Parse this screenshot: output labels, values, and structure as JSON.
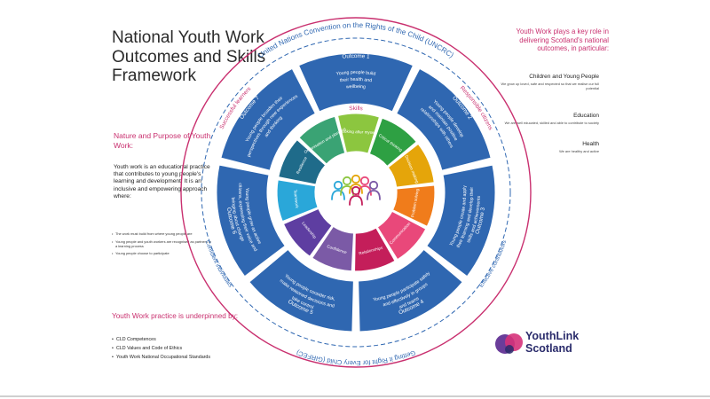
{
  "title": "National Youth Work Outcomes and Skills Framework",
  "nature": {
    "heading": "Nature and Purpose of Youth Work:",
    "body": "Youth work is an educational practice that contributes to young people's learning and development. It is an inclusive and empowering approach where:",
    "conditions": [
      "The work must build from where young people are",
      "Young people and youth workers are recognised as partners in a learning process",
      "Young people choose to participate"
    ]
  },
  "practice": {
    "heading": "Youth Work practice is underpinned by:",
    "items": [
      "CLD Competences",
      "CLD Values and Code of Ethics",
      "Youth Work National Occupational Standards"
    ]
  },
  "national_outcomes": {
    "heading": "Youth Work plays a key role in delivering Scotland's national outcomes, in particular:",
    "items": [
      {
        "title": "Children and Young People",
        "text": "We grow up loved, safe and respected so that we realise our full potential"
      },
      {
        "title": "Education",
        "text": "We are well educated, skilled and able to contribute to society"
      },
      {
        "title": "Health",
        "text": "We are healthy and active"
      }
    ]
  },
  "outer_ring": {
    "top": "United Nations Convention on the Rights of the Child (UNCRC)",
    "bottom": "Getting it Right for Every Child (GIRFEC)",
    "capacities": [
      "Successful learners",
      "Responsible citizens",
      "Effective contributors",
      "Confident individuals"
    ]
  },
  "skills_label": "Skills",
  "skills": [
    {
      "label": "Looking after myself",
      "color": "#8cc63f"
    },
    {
      "label": "Critical thinking",
      "color": "#2ea043"
    },
    {
      "label": "Decision making",
      "color": "#e5a50a"
    },
    {
      "label": "Problem solving",
      "color": "#f07c1b"
    },
    {
      "label": "Communication",
      "color": "#e9487a"
    },
    {
      "label": "Relationships",
      "color": "#c41e5a"
    },
    {
      "label": "Confidence",
      "color": "#7b5aa6"
    },
    {
      "label": "Leadership",
      "color": "#5e3ea1"
    },
    {
      "label": "Teamwork",
      "color": "#2aa7d9"
    },
    {
      "label": "Resilience",
      "color": "#1f6b8a"
    },
    {
      "label": "Organisation and planning",
      "color": "#3aa374"
    }
  ],
  "outcomes": [
    {
      "number": "Outcome 1",
      "text": "Young people build their health and wellbeing"
    },
    {
      "number": "Outcome 2",
      "text": "Young people develop and maintain positive relationships with others"
    },
    {
      "number": "Outcome 3",
      "text": "Young people create and apply their learning and develop their skills and achievements"
    },
    {
      "number": "Outcome 4",
      "text": "Young people participate safely and effectively in groups and teams"
    },
    {
      "number": "Outcome 5",
      "text": "Young people consider risk, make reasoned decisions and take control"
    },
    {
      "number": "Outcome 6",
      "text": "Young people grow as active citizens, expressing their voice and bringing about change"
    },
    {
      "number": "Outcome 7",
      "text": "Young people broaden their perspectives through new experiences and thinking"
    }
  ],
  "logo": {
    "line1": "YouthLink",
    "line2": "Scotland"
  },
  "colors": {
    "accent": "#c9306f",
    "outcome_blue": "#2f67b1",
    "dark_blue": "#2a2b6b",
    "logo_purple": "#6a3d9a",
    "logo_pink": "#d6327a"
  }
}
